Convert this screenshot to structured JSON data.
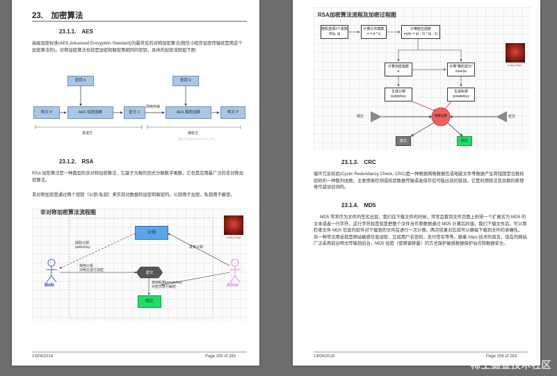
{
  "page1": {
    "heading": "23.　加密算法",
    "aes": {
      "title": "23.1.1.　AES",
      "para": "高级加密标准(AES,Advanced Encryption Standard)为最常见的对称加密算法(微信小程序加密传输就是用这个加密算法的)。对称加密算法也就是加密和解密用相同的密钥，具体的加密流程如下图:",
      "diagram": {
        "key_left": "密钥 K",
        "key_right": "密钥 K",
        "plain_left": "明文 P",
        "enc_fn": "AES 加密函数",
        "cipher": "密文 C",
        "dec_fn": "AES 解密函数",
        "plain_right": "明文 P",
        "network": "网络传输",
        "sender": "发送方",
        "receiver": "接收方",
        "watermark": "http://blog.csdn.net/qq_28..."
      }
    },
    "rsa": {
      "title": "23.1.2.　RSA",
      "para1": "RSA 加密算法是一种典型的非对称加密算法，它基于大数的因式分解数学难题，它也是应用最广泛的非对称加密算法。",
      "para2": "非对称加密是通过两个密钥（公钥-私钥）来实现对数据的加密和解密的。公钥用于加密，私钥用于解密。",
      "diagram": {
        "title": "非对称加密算法流程图",
        "pubkey": "公钥",
        "bob": "Bob",
        "alice": "Alice",
        "cipher": "密文",
        "plain": "明文",
        "get_pub": "获取公钥\npublicKey",
        "encrypt_pub": "使用公钥\n对明文进行加密",
        "publish_pub": "发布公钥",
        "decrypt_priv": "使用私钥privateKey\n对密文进行解密",
        "logo_caption": "Coding Stage"
      }
    },
    "footer": {
      "date": "13/04/2018",
      "page": "Page 255 of 283"
    }
  },
  "page2": {
    "rsa_diagram": {
      "title": "RSA加密算法流程及加密过程图",
      "step_primes": "随机选择2个素数对(p, q)",
      "step_n": "计算公共模数\nn = p * q",
      "step_euler": "计算欧拉函数\neuler = (p - 1) * (q - 1)",
      "step_e": "计算加密指数\ne",
      "step_d": "计算\"模的逆元\"\ninverse",
      "step_pub": "生成公钥\npublicKey",
      "step_priv": "生成私钥\nprivateKey",
      "center": "模幂运算",
      "plain_in": "明文",
      "cipher_in": "密文",
      "cipher_out": "密文",
      "plain_out": "明文",
      "logo_caption": "Coding Stage"
    },
    "crc": {
      "title": "23.1.3.　CRC",
      "para": "循环冗余校验(Cyclic Redundancy Check, CRC)是一种根据网络数据包或电脑文件等数据产生简短固定位数校验码的一种散列函数，主要用来检测或校验数据传输或者保存后可能出现的错误。它是利用除法及余数的原理来作错误侦测的。"
    },
    "md5": {
      "title": "23.1.4.　MD5",
      "para": "MD5 常常作为文件的签名出现，我们在下载文件的时候，常常会看到文件页面上附带一个扩展名为.MD5 的文本或者一行字符，这行字符就是就是把整个文件当作原数据通过 MD5 计算后的值，我们下载文件后，可以用检查文件 MD5 信息的软件对下载到的文件在进行一次计算。两次结果对比就可以确保下载到文件的准确性。 另一种常见用途就是网站敏感信息加密，比如用户名密码，支付签名等等。随着 https 技术的普及，现在的网站广泛采用前台明文传输到后台，MD5 加密（使用偏移量）的方式保护敏感数据保护站点和数据安全。"
    },
    "footer": {
      "date": "13/04/2018",
      "page": "Page 256 of 283"
    }
  },
  "site_watermark": "稀土掘金技术社区",
  "colors": {
    "viewer_bg": "#6e6e6e",
    "aes_box": "#a9c6e4",
    "pubkey_box": "#5aa5e6",
    "plain_box": "#22dd66",
    "center_circle": "#f06060"
  }
}
